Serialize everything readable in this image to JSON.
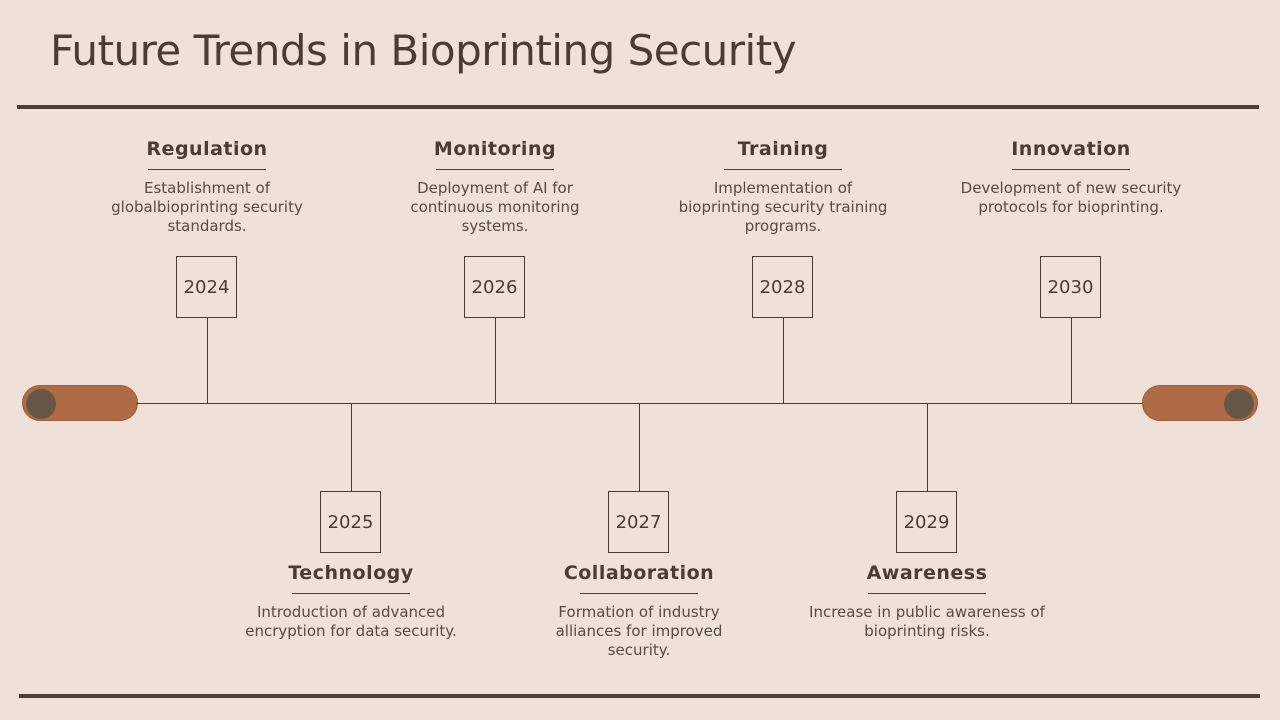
{
  "title": "Future Trends in Bioprinting Security",
  "colors": {
    "background": "#efe0d8",
    "text": "#4a3c34",
    "accent": "#ae6b45",
    "knob": "#665648"
  },
  "milestones": [
    {
      "year": "2024",
      "heading": "Regulation",
      "description": "Establishment of globalbioprinting security standards.",
      "position": "above"
    },
    {
      "year": "2025",
      "heading": "Technology",
      "description": "Introduction of advanced encryption for data security.",
      "position": "below"
    },
    {
      "year": "2026",
      "heading": "Monitoring",
      "description": "Deployment of AI for continuous monitoring systems.",
      "position": "above"
    },
    {
      "year": "2027",
      "heading": "Collaboration",
      "description": "Formation of industry alliances for improved security.",
      "position": "below"
    },
    {
      "year": "2028",
      "heading": "Training",
      "description": "Implementation of bioprinting security training programs.",
      "position": "above"
    },
    {
      "year": "2029",
      "heading": "Awareness",
      "description": "Increase in public awareness of bioprinting risks.",
      "position": "below"
    },
    {
      "year": "2030",
      "heading": "Innovation",
      "description": "Development of new security protocols for bioprinting.",
      "position": "above"
    }
  ]
}
